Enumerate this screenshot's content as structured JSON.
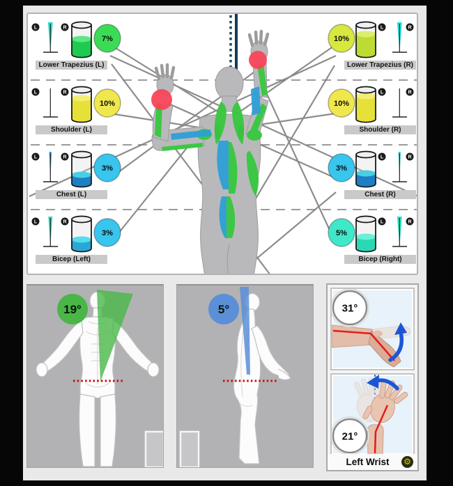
{
  "markers": {
    "left": "L",
    "right": "R"
  },
  "muscle_panel": {
    "gauges": [
      {
        "label": "Lower Trapezius (L)",
        "value": "7%",
        "badge_color": "#3bdc55",
        "liquid_color": "#1fca50",
        "liquid_top_color": "#5ce881",
        "needle_color": "#27e0cf"
      },
      {
        "label": "Lower Trapezius (R)",
        "value": "10%",
        "badge_color": "#d7e83e",
        "liquid_color": "#bcdc33",
        "liquid_top_color": "#dcee6d",
        "needle_color": "#27e0e0"
      },
      {
        "label": "Shoulder (L)",
        "value": "10%",
        "badge_color": "#efe84d",
        "liquid_color": "#e6e138",
        "liquid_top_color": "#f2ee75",
        "needle_color": "none"
      },
      {
        "label": "Shoulder (R)",
        "value": "10%",
        "badge_color": "#efe84d",
        "liquid_color": "#e6e138",
        "liquid_top_color": "#f2ee75",
        "needle_color": "none"
      },
      {
        "label": "Chest (L)",
        "value": "3%",
        "badge_color": "#38c5ee",
        "liquid_color": "#1d7fc4",
        "liquid_top_color": "#47d0e2",
        "needle_color": "#2f9fd8"
      },
      {
        "label": "Chest (R)",
        "value": "3%",
        "badge_color": "#38c5ee",
        "liquid_color": "#1d7fc4",
        "liquid_top_color": "#47d0e2",
        "needle_color": "#2fd8d8"
      },
      {
        "label": "Bicep (Left)",
        "value": "3%",
        "badge_color": "#38c5ee",
        "liquid_color": "#29a8d8",
        "liquid_top_color": "#55dded",
        "needle_color": "#30dfc0"
      },
      {
        "label": "Bicep (Right)",
        "value": "5%",
        "badge_color": "#3fe8c9",
        "liquid_color": "#2bd8b4",
        "liquid_top_color": "#69f0d6",
        "needle_color": "#2fe3c0"
      }
    ]
  },
  "posture": {
    "front_angle": "19°",
    "side_angle": "5°",
    "front_accent": "#49b647",
    "side_accent": "#5b8fd7",
    "hip_line_color": "#c40f0f"
  },
  "wrist": {
    "title": "Left Wrist",
    "flexion": "31°",
    "deviation": "21°",
    "arrow_color": "#1b56d6",
    "guide_color": "#e31b1b"
  }
}
